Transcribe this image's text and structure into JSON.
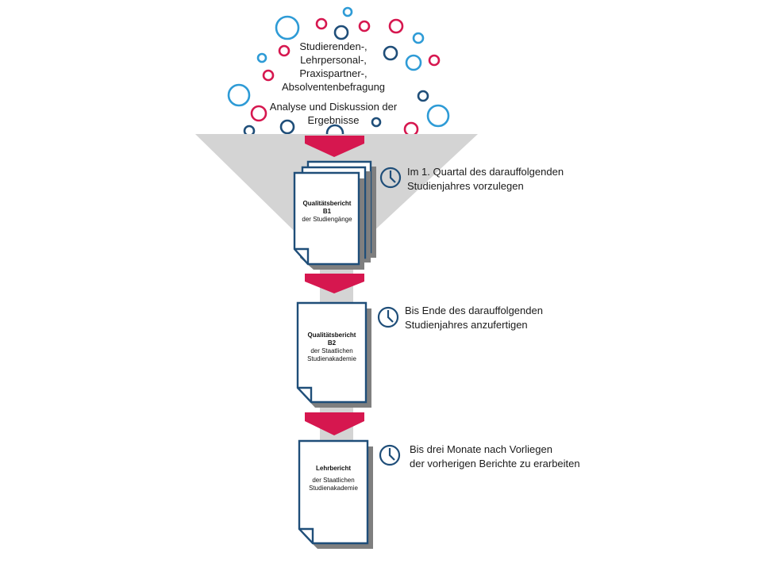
{
  "intro": {
    "survey": [
      "Studierenden-,",
      "Lehrpersonal-,",
      "Praxispartner-,",
      "Absolventenbefragung"
    ],
    "analysis": [
      "Analyse und Diskussion der",
      "Ergebnisse"
    ]
  },
  "reports": [
    {
      "title": "Qualitätsbericht",
      "code": "B1",
      "subtitle": [
        "der Studiengänge"
      ]
    },
    {
      "title": "Qualitätsbericht",
      "code": "B2",
      "subtitle": [
        "der Staatlichen",
        "Studienakademie"
      ]
    },
    {
      "title": "Lehrbericht",
      "code": "",
      "subtitle": [
        "der Staatlichen",
        "Studienakademie"
      ]
    }
  ],
  "deadlines": [
    [
      "Im 1. Quartal des darauffolgenden",
      "Studienjahres vorzulegen"
    ],
    [
      "Bis Ende des darauffolgenden",
      "Studienjahres anzufertigen"
    ],
    [
      "Bis drei Monate nach Vorliegen",
      "der vorherigen Berichte zu erarbeiten"
    ]
  ],
  "colors": {
    "navy": "#1f4e79",
    "light_blue": "#2e9bd6",
    "crimson": "#d6174f",
    "funnel_gray": "#d4d4d4",
    "shadow_gray": "#7f7f7f"
  },
  "icons": [
    "clock-icon",
    "document-icon",
    "chevron-down-icon"
  ]
}
